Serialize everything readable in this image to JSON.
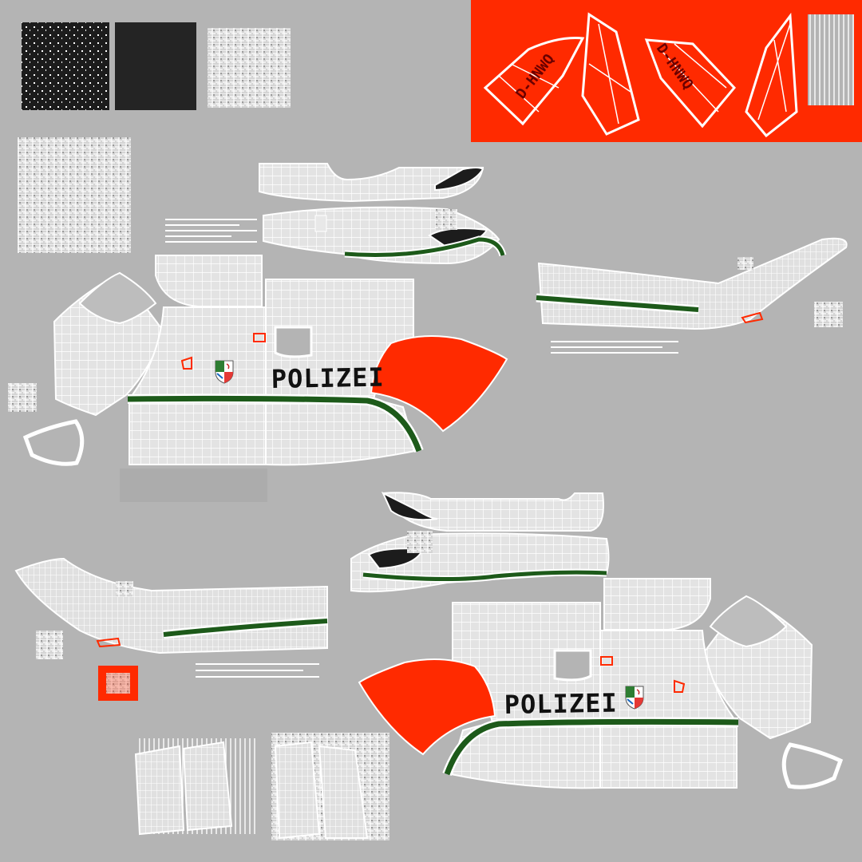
{
  "texture_sheet": {
    "background": "#b4b4b4",
    "colors": {
      "wire": "#ffffff",
      "panel_fill": "#e2e2e2",
      "accent_red": "#ff2a00",
      "stripe_green": "#1d5a1a",
      "dark_swatch": "#1c1c1c",
      "dark_swatch_2": "#242424"
    },
    "labels": {
      "polizei_top": "POLIZEI",
      "polizei_bottom": "POLIZEI",
      "plate_a": "D-HNWQ",
      "plate_b": "D-HNWQ"
    },
    "icons": [
      "nrw-coat-of-arms-icon",
      "nrw-coat-of-arms-icon"
    ]
  }
}
